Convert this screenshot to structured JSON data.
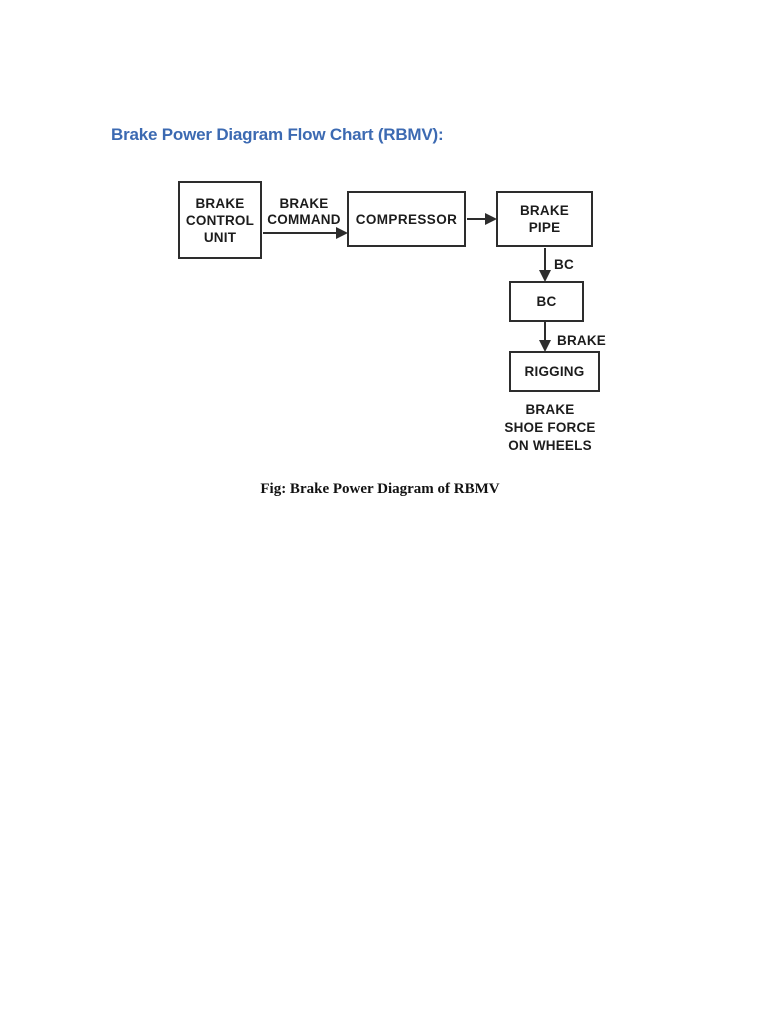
{
  "page": {
    "heading": "Brake Power Diagram Flow Chart (RBMV):",
    "heading_color": "#3c6ab2",
    "caption": "Fig: Brake Power Diagram of RBMV"
  },
  "diagram": {
    "type": "flowchart",
    "boxes": {
      "brake_control_unit": "BRAKE\nCONTROL\nUNIT",
      "compressor": "COMPRESSOR",
      "brake_pipe": "BRAKE\nPIPE",
      "bc": "BC",
      "rigging": "RIGGING"
    },
    "edge_labels": {
      "brake_command": "BRAKE\nCOMMAND",
      "bc": "BC",
      "brake": "BRAKE"
    },
    "output_text": "BRAKE\nSHOE FORCE\nON WHEELS",
    "flow": [
      {
        "from": "BRAKE CONTROL UNIT",
        "to": "COMPRESSOR",
        "label": "BRAKE COMMAND"
      },
      {
        "from": "COMPRESSOR",
        "to": "BRAKE PIPE",
        "label": ""
      },
      {
        "from": "BRAKE PIPE",
        "to": "BC",
        "label": "BC"
      },
      {
        "from": "BC",
        "to": "RIGGING",
        "label": "BRAKE"
      },
      {
        "from": "RIGGING",
        "to": "BRAKE SHOE FORCE ON WHEELS",
        "label": ""
      }
    ],
    "colors": {
      "line": "#2d2d2d",
      "text": "#1c1c1c",
      "background": "#ffffff"
    }
  }
}
